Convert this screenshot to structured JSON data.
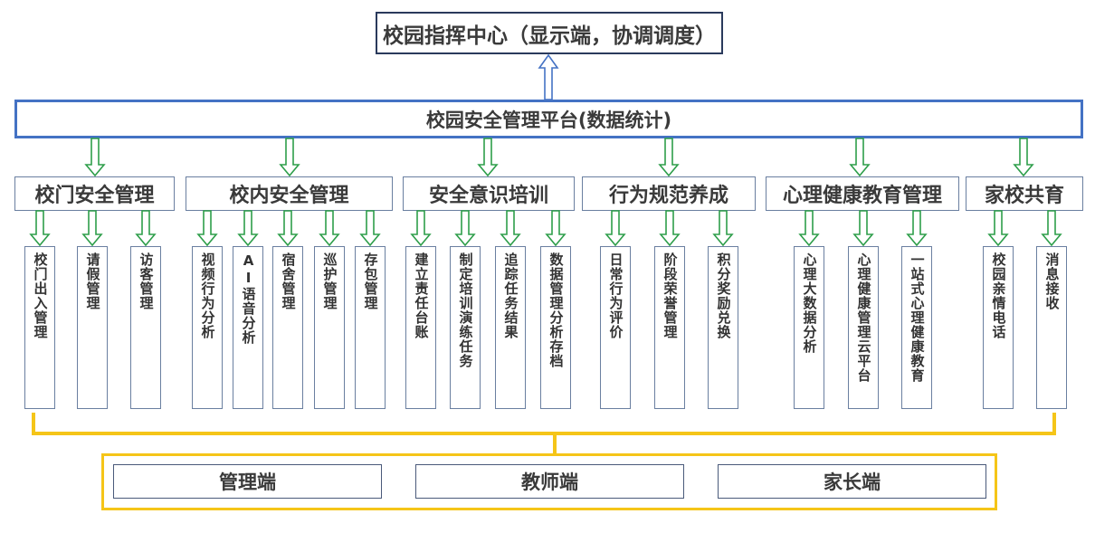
{
  "command_center": "校园指挥中心（显示端，协调调度）",
  "platform": "校园安全管理平台(数据统计)",
  "categories": [
    {
      "label": "校门安全管理",
      "items": [
        "校门出入管理",
        "请假管理",
        "访客管理"
      ]
    },
    {
      "label": "校内安全管理",
      "items": [
        "视频行为分析",
        "AI语音分析",
        "宿舍管理",
        "巡护管理",
        "存包管理"
      ]
    },
    {
      "label": "安全意识培训",
      "items": [
        "建立责任台账",
        "制定培训演练任务",
        "追踪任务结果",
        "数据管理分析存档"
      ]
    },
    {
      "label": "行为规范养成",
      "items": [
        "日常行为评价",
        "阶段荣誉管理",
        "积分奖励兑换"
      ]
    },
    {
      "label": "心理健康教育管理",
      "items": [
        "心理大数据分析",
        "心理健康管理云平台",
        "一站式心理健康教育"
      ]
    },
    {
      "label": "家校共育",
      "items": [
        "校园亲情电话",
        "消息接收"
      ]
    }
  ],
  "frontends": [
    "管理端",
    "教师端",
    "家长端"
  ],
  "colors": {
    "arrow_green": "#2e9e4a",
    "arrow_blue": "#4472c4",
    "platform_border": "#4472c4",
    "bus_yellow": "#f5c518"
  }
}
